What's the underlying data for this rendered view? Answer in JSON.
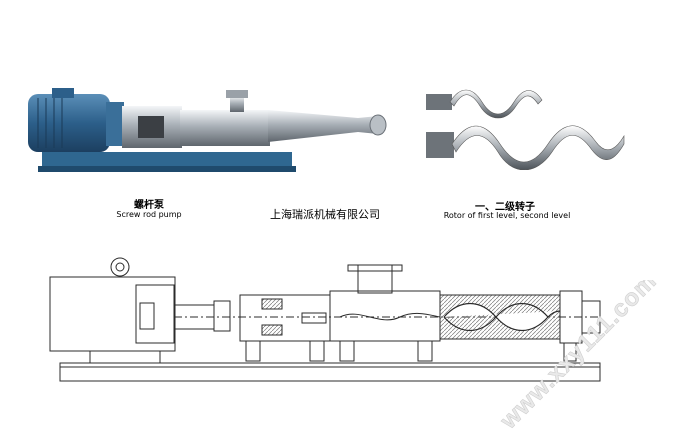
{
  "photo_left": {
    "caption_cn": "螺杆泵",
    "caption_en": "Screw rod pump"
  },
  "company_name": "上海瑞派机械有限公司",
  "photo_right": {
    "caption_cn": "一、二级转子",
    "caption_en": "Rotor of first level, second level"
  },
  "watermark": "www.xxy111.com",
  "colors": {
    "motor_blue": "#2c5f8a",
    "steel": "#c9ced3",
    "line": "#2b2b2b",
    "hatch": "#7a7a7a"
  }
}
